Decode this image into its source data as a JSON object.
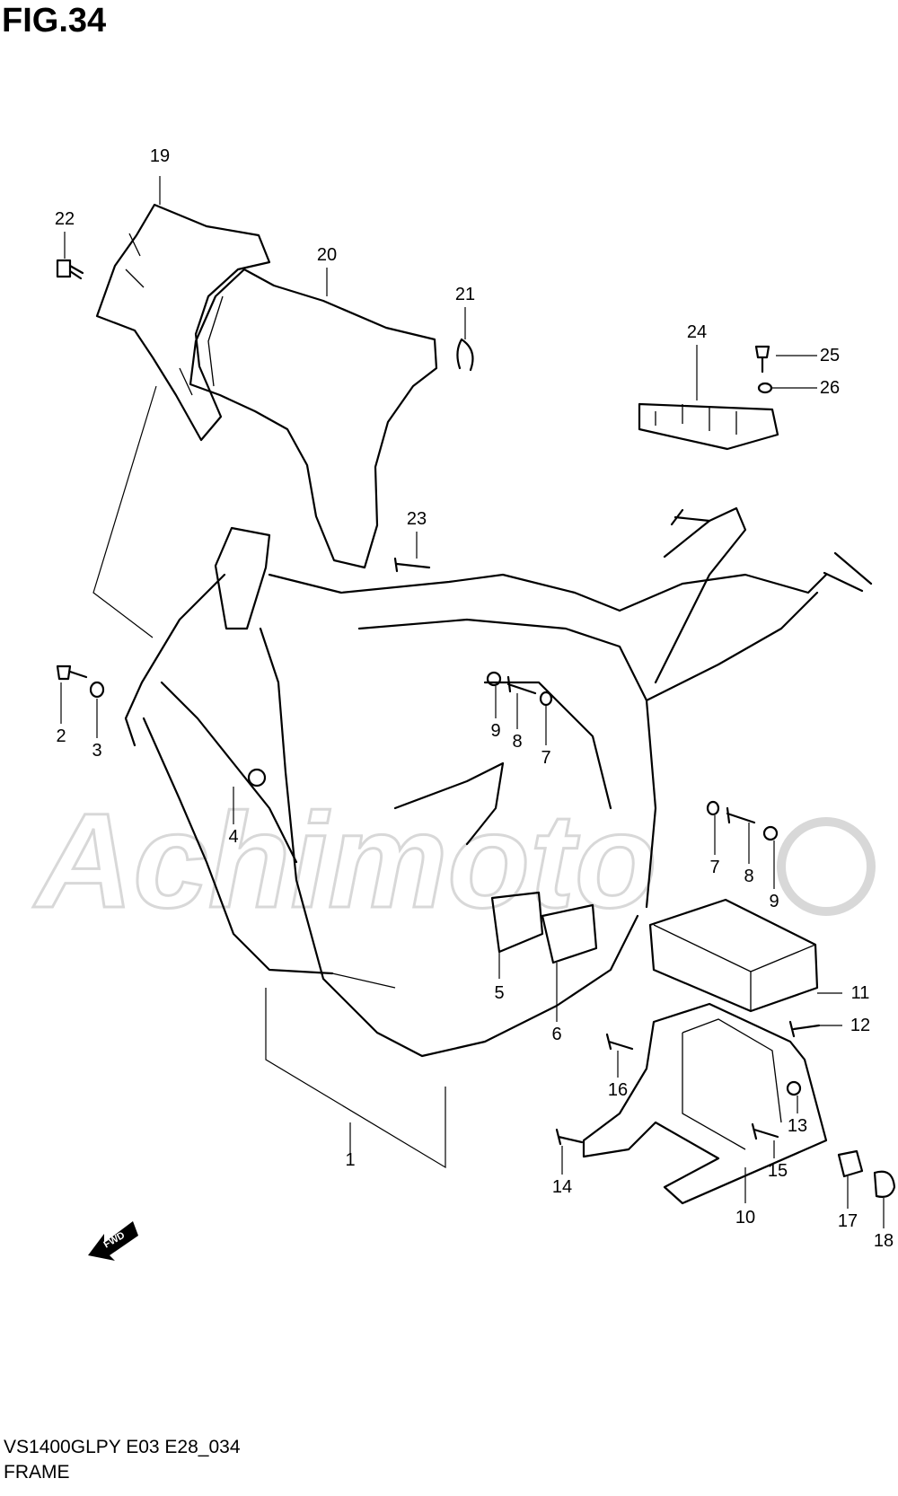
{
  "figure": {
    "title": "FIG.34",
    "model_code": "VS1400GLPY E03 E28_034",
    "section_name": "FRAME",
    "watermark": "Achimoto",
    "direction_label": "FWD"
  },
  "callouts": [
    "1",
    "2",
    "3",
    "4",
    "5",
    "6",
    "7",
    "8",
    "9",
    "10",
    "11",
    "12",
    "13",
    "14",
    "15",
    "16",
    "17",
    "18",
    "19",
    "20",
    "21",
    "22",
    "23",
    "24",
    "25",
    "26"
  ],
  "callouts_repeat": [
    "7",
    "8",
    "9"
  ]
}
